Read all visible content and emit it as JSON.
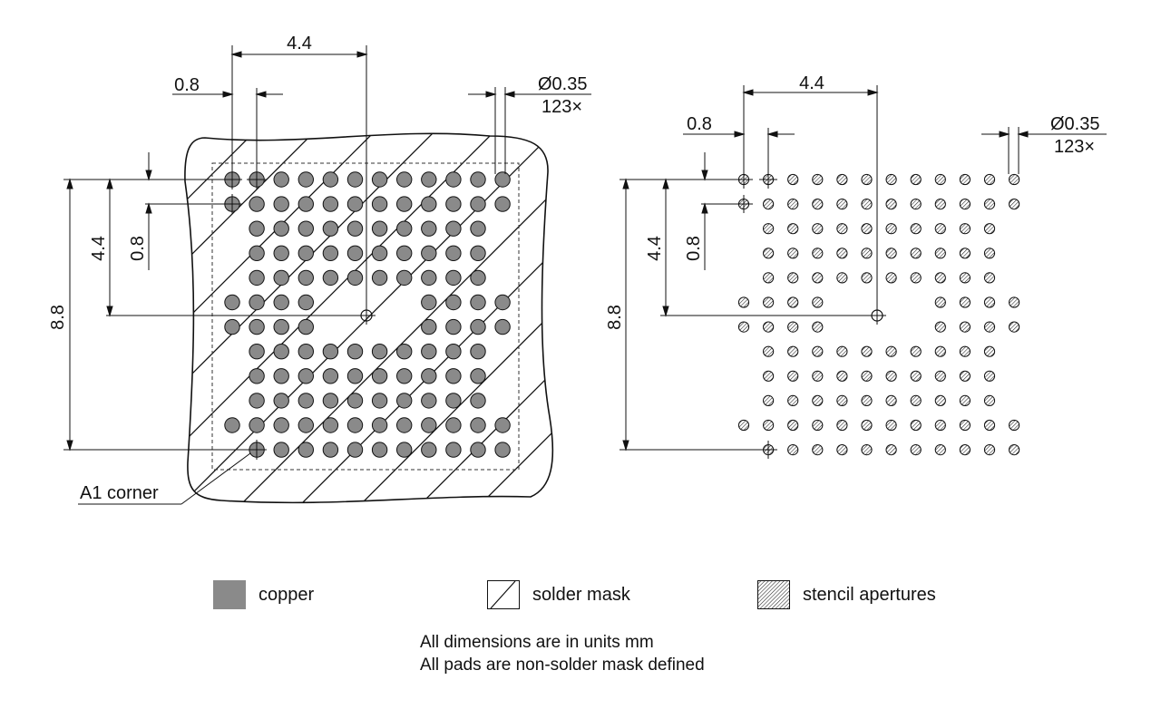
{
  "left_view": {
    "pitch_label": "4.4",
    "pad_pitch_label": "0.8",
    "pad_diameter_label": "Ø0.35",
    "pad_count_label": "123×",
    "height_label": "8.8",
    "half_height_label": "4.4",
    "row_pitch_label": "0.8",
    "a1_label": "A1 corner"
  },
  "right_view": {
    "pitch_label": "4.4",
    "pad_pitch_label": "0.8",
    "aperture_diameter_label": "Ø0.35",
    "aperture_count_label": "123×",
    "height_label": "8.8",
    "half_height_label": "4.4",
    "row_pitch_label": "0.8"
  },
  "legend": {
    "copper": "copper",
    "solder_mask": "solder mask",
    "stencil": "stencil apertures"
  },
  "notes": {
    "line1": "All dimensions are in units mm",
    "line2": "All pads are non-solder mask defined"
  },
  "grid": {
    "columns": 12,
    "rows": 12,
    "pad_rows": [
      "11.........11",
      "11.........11"
    ],
    "pattern": [
      "111111111111",
      "111111111111",
      "011111111110",
      "011111111110",
      "011111111110",
      "111100001111",
      "111100001111",
      "011111111110",
      "011111111110",
      "011111111110",
      "111111111111",
      "011111111111"
    ]
  },
  "colors": {
    "copper": "#8a8a8a",
    "ink": "#111111"
  }
}
